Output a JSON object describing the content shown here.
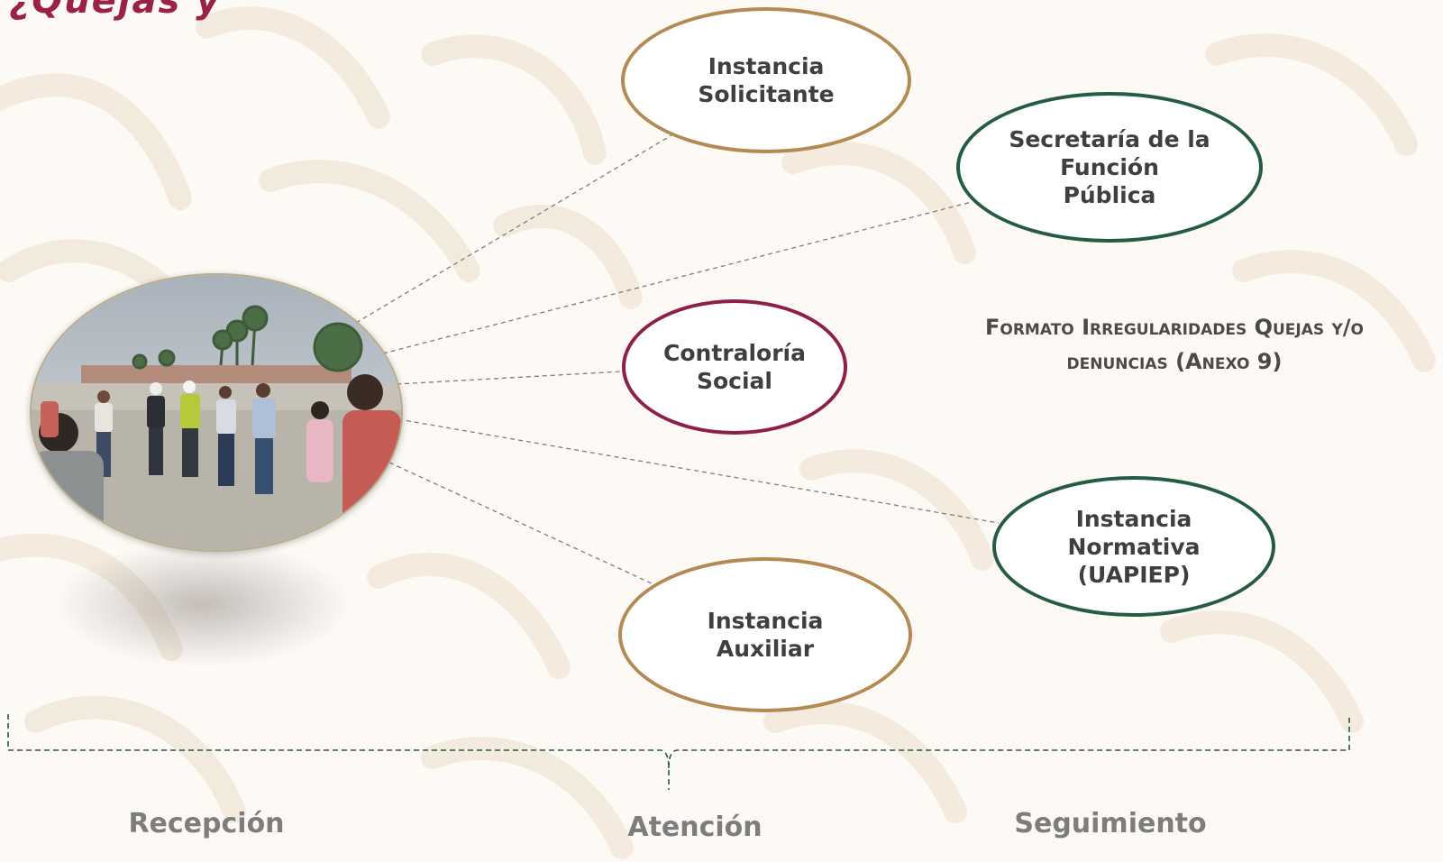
{
  "header": {
    "fragment": "¿Quejas y"
  },
  "nodes": {
    "instancia_solicitante": "Instancia\nSolicitante",
    "sfp": "Secretaría de la\nFunción\nPública",
    "contraloria_social": "Contraloría\nSocial",
    "instancia_normativa": "Instancia\nNormativa\n(UAPIEP)",
    "instancia_auxiliar": "Instancia\nAuxiliar"
  },
  "formato": "Formato Irregularidades Quejas y/o denuncias (Anexo 9)",
  "stages": {
    "recepcion": "Recepción",
    "atencion": "Atención",
    "seguimiento": "Seguimiento"
  },
  "colors": {
    "gold": "#b48a54",
    "green": "#245b45",
    "maroon": "#8e1f47",
    "header": "#9b2247",
    "text": "#3f3f3f",
    "stage_text": "#7d7d7d"
  }
}
